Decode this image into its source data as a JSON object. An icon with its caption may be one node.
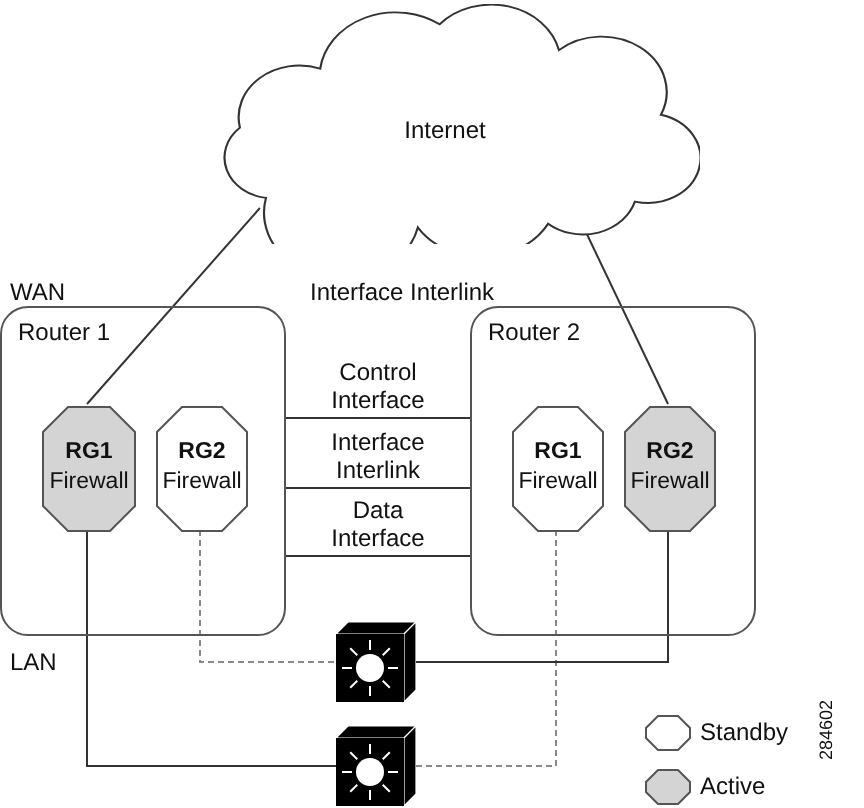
{
  "diagram": {
    "nodes": [
      {
        "text": [
          "Internet"
        ]
      },
      {
        "text": [
          "Router 1"
        ]
      },
      {
        "text": [
          "RG1",
          "Firewall"
        ],
        "in": 1
      },
      {
        "text": [
          "RG2",
          "Firewall"
        ],
        "in": 1
      },
      {
        "text": [
          "Router 2"
        ]
      },
      {
        "text": [
          "RG1",
          "Firewall"
        ],
        "in": 4
      },
      {
        "text": [
          "RG2",
          "Firewall"
        ],
        "in": 4
      },
      {
        "text": [],
        "shape": "box"
      },
      {
        "text": [],
        "shape": "box"
      }
    ],
    "edges": [
      {
        "from": 0,
        "to": 2,
        "arrow": "none"
      },
      {
        "from": 0,
        "to": 6,
        "arrow": "none"
      },
      {
        "from": 1,
        "to": 4,
        "arrow": "none",
        "label": "Control Interface"
      },
      {
        "from": 1,
        "to": 4,
        "arrow": "none",
        "label": "Interface Interlink"
      },
      {
        "from": 1,
        "to": 4,
        "arrow": "none",
        "label": "Data Interface"
      },
      {
        "from": 2,
        "to": 8,
        "arrow": "none"
      },
      {
        "from": 3,
        "to": 7,
        "arrow": "none",
        "style": "dashed",
        "color": "#888888"
      },
      {
        "from": 5,
        "to": 8,
        "arrow": "none",
        "style": "dashed",
        "color": "#888888"
      },
      {
        "from": 6,
        "to": 7,
        "arrow": "none"
      }
    ],
    "labels": [
      "WAN",
      "Interface Interlink",
      "LAN",
      "284602"
    ],
    "legend": [
      {
        "text": "Standby",
        "color": "#ffffff"
      },
      {
        "text": "Active",
        "color": "#d4d4d4"
      }
    ]
  }
}
